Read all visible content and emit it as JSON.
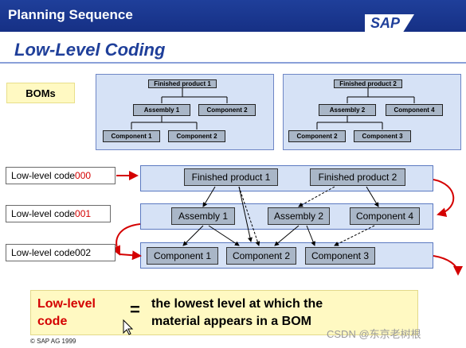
{
  "header": {
    "title": "Planning Sequence",
    "logo": "SAP"
  },
  "subtitle": "Low-Level Coding",
  "boms_label": "BOMs",
  "bom1": {
    "root": "Finished product 1",
    "mid_left": "Assembly 1",
    "mid_right": "Component 2",
    "leaf_left": "Component 1",
    "leaf_right": "Component 2"
  },
  "bom2": {
    "root": "Finished product 2",
    "mid_left": "Assembly 2",
    "mid_right": "Component 4",
    "leaf_left": "Component 2",
    "leaf_right": "Component 3"
  },
  "levels": [
    {
      "prefix": "Low-level code ",
      "code": "000"
    },
    {
      "prefix": "Low-level code ",
      "code": "001"
    },
    {
      "prefix": "Low-level code ",
      "code": "002"
    }
  ],
  "nodes": {
    "fp1": "Finished product 1",
    "fp2": "Finished product 2",
    "asm1": "Assembly 1",
    "asm2": "Assembly 2",
    "comp4": "Component 4",
    "comp1": "Component 1",
    "comp2": "Component 2",
    "comp3": "Component 3"
  },
  "definition": {
    "term_line1": "Low-level",
    "term_line2": "code",
    "equals": "=",
    "text_line1": "the lowest level at which the",
    "text_line2": "material appears in a BOM"
  },
  "copyright": "© SAP AG 1999",
  "watermark": "CSDN @东京老树根",
  "colors": {
    "header": "#1f3f9a",
    "accent_red": "#d40000",
    "panel": "#d6e2f6",
    "node": "#a9b6c7",
    "note": "#fff9c2"
  }
}
